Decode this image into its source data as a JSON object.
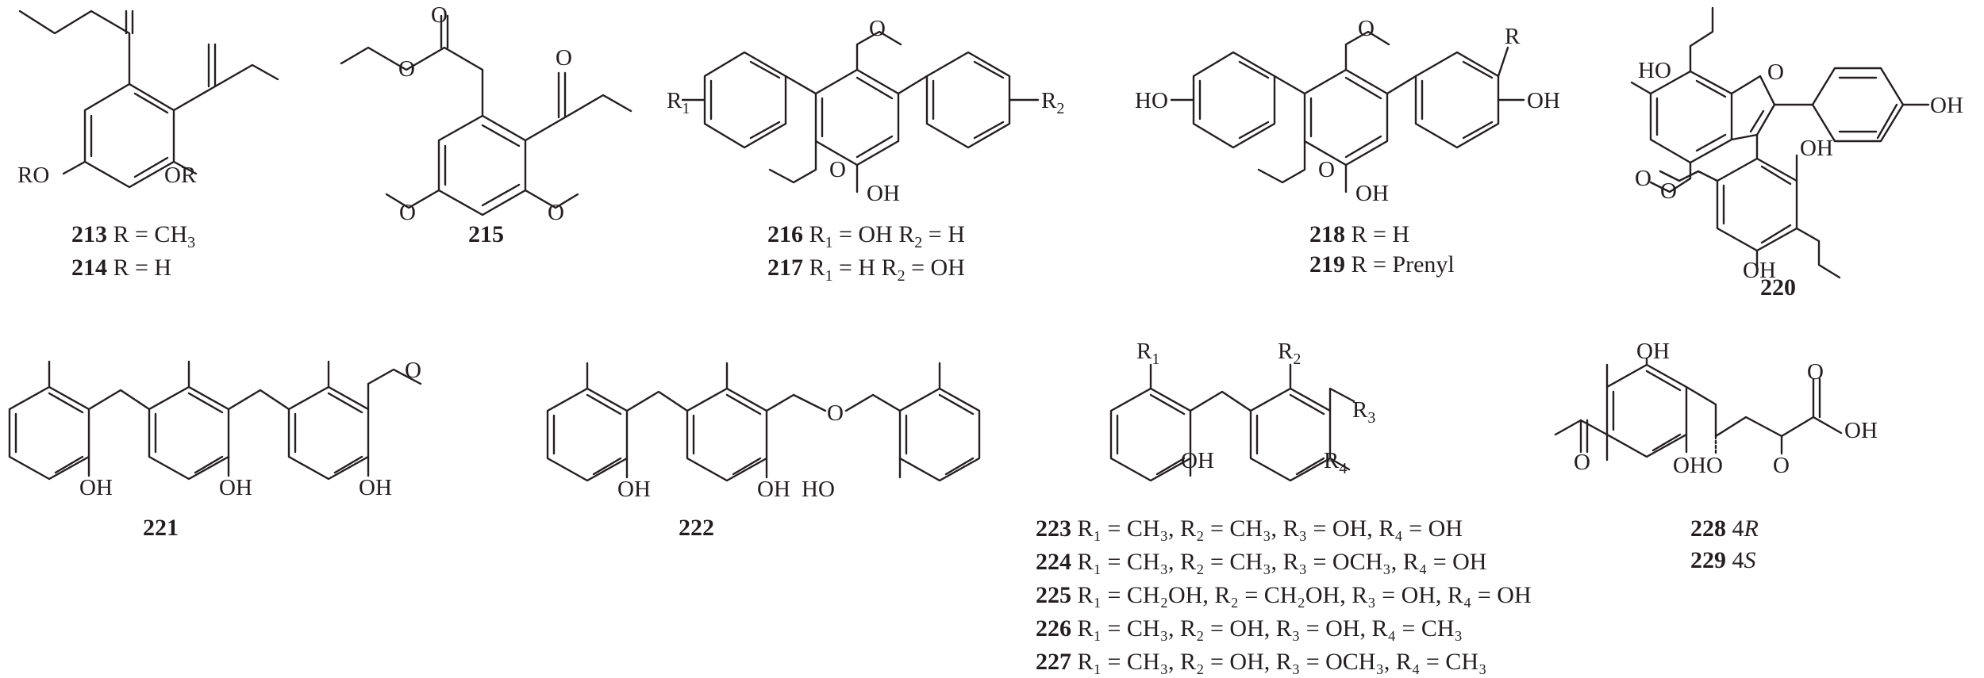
{
  "compounds": {
    "c213_214": {
      "substituent_left": "RO",
      "substituent_right": "OR",
      "captions": [
        {
          "num": "213",
          "text": "R = CH",
          "sub": "3"
        },
        {
          "num": "214",
          "text": "R = H"
        }
      ]
    },
    "c215": {
      "num": "215"
    },
    "c216_217": {
      "r1": "R",
      "r1_sub": "1",
      "r2": "R",
      "r2_sub": "2",
      "oh": "OH",
      "captions": [
        {
          "num": "216",
          "p1": "R",
          "s1": "1",
          "t1": " = OH  R",
          "s2": "2",
          "t2": " = H"
        },
        {
          "num": "217",
          "p1": "R",
          "s1": "1",
          "t1": " = H   R",
          "s2": "2",
          "t2": " = OH"
        }
      ]
    },
    "c218_219": {
      "ho": "HO",
      "oh": "OH",
      "r": "R",
      "captions": [
        {
          "num": "218",
          "text": "R = H"
        },
        {
          "num": "219",
          "text": "R = Prenyl"
        }
      ]
    },
    "c220": {
      "num": "220",
      "ho": "HO",
      "oh": "OH"
    },
    "c221": {
      "num": "221",
      "oh": "OH"
    },
    "c222": {
      "num": "222",
      "oh": "OH",
      "ho": "HO",
      "o": "O"
    },
    "c223_227": {
      "r1": "R",
      "r1_sub": "1",
      "r2": "R",
      "r2_sub": "2",
      "r3": "R",
      "r3_sub": "3",
      "r4": "R",
      "r4_sub": "4",
      "oh": "OH",
      "captions": [
        {
          "num": "223",
          "text": "R₁ = CH₃, R₂ = CH₃, R₃ = OH, R₄ = OH"
        },
        {
          "num": "224",
          "text": "R₁ = CH₃, R₂ = CH₃, R₃ = OCH₃, R₄ = OH"
        },
        {
          "num": "225",
          "text": "R₁ = CH₂OH, R₂ = CH₂OH, R₃ = OH, R₄ = OH"
        },
        {
          "num": "226",
          "text": "R₁ = CH₃, R₂ = OH, R₃ = OH, R₄ = CH₃"
        },
        {
          "num": "227",
          "text": "R₁ = CH₃, R₂ = OH, R₃ = OCH₃, R₄ = CH₃"
        }
      ]
    },
    "c228_229": {
      "oh": "OH",
      "o": "O",
      "captions": [
        {
          "num": "228",
          "config": "4",
          "config_it": "R"
        },
        {
          "num": "229",
          "config": "4",
          "config_it": "S"
        }
      ]
    }
  }
}
